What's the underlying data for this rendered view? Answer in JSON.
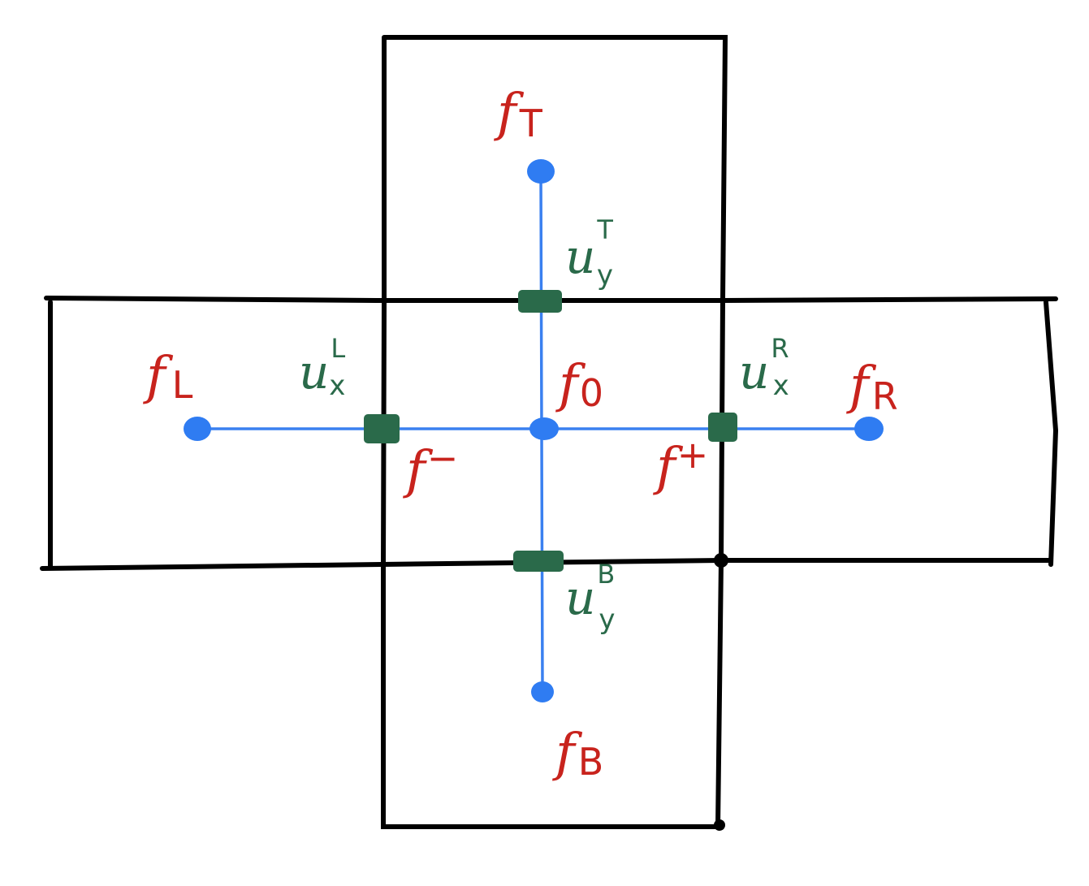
{
  "colors": {
    "cell_lines": "#000000",
    "stencil": "#3a80f0",
    "cell_value_labels": "#c8231d",
    "face_velocity_labels": "#2a6a4a"
  },
  "labels": {
    "f_top": {
      "base": "f",
      "sub": "T"
    },
    "f_left": {
      "base": "f",
      "sub": "L"
    },
    "f_center": {
      "base": "f",
      "sub": "0"
    },
    "f_right": {
      "base": "f",
      "sub": "R"
    },
    "f_bottom": {
      "base": "f",
      "sub": "B"
    },
    "f_minus": {
      "base": "f",
      "sup": "−"
    },
    "f_plus": {
      "base": "f",
      "sup": "+"
    },
    "u_y_top": {
      "base": "u",
      "sub": "y",
      "sup": "T"
    },
    "u_x_left": {
      "base": "u",
      "sub": "x",
      "sup": "L"
    },
    "u_x_right": {
      "base": "u",
      "sub": "x",
      "sup": "R"
    },
    "u_y_bottom": {
      "base": "u",
      "sub": "y",
      "sup": "B"
    }
  }
}
